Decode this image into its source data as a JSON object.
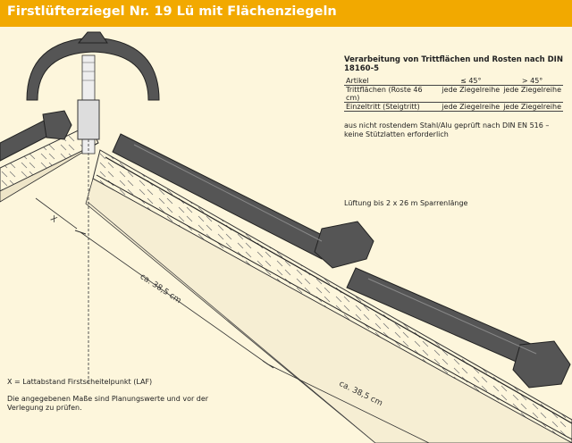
{
  "title": "Firstlüfterziegel Nr. 19 Lü mit Flächenziegeln",
  "info": {
    "heading": "Verarbeitung von Trittflächen und Rosten nach DIN 18160-5",
    "table": {
      "headers": [
        "Artikel",
        "≤ 45°",
        "> 45°"
      ],
      "rows": [
        [
          "Trittflächen (Roste 46 cm)",
          "jede Ziegelreihe",
          "jede Ziegelreihe"
        ],
        [
          "Einzeltritt (Steigtritt)",
          "jede Ziegelreihe",
          "jede Ziegelreihe"
        ]
      ]
    },
    "note": "aus nicht rostendem Stahl/Alu geprüft nach DIN EN 516 – keine Stützlatten erforderlich"
  },
  "ventilation": "Lüftung bis 2 x 26 m Sparrenlänge",
  "dimensions": {
    "x_label": "X",
    "spacing_1": "ca. 38,5 cm",
    "spacing_2": "ca. 38,5 cm"
  },
  "footnotes": {
    "legend": "X = Lattabstand Firstscheitelpunkt (LAF)",
    "disclaimer": "Die angegebenen Maße sind Planungswerte und vor der Verlegung zu prüfen."
  },
  "colors": {
    "accent": "#f2a900",
    "tile": "#555555",
    "background": "#fdf6dc"
  }
}
